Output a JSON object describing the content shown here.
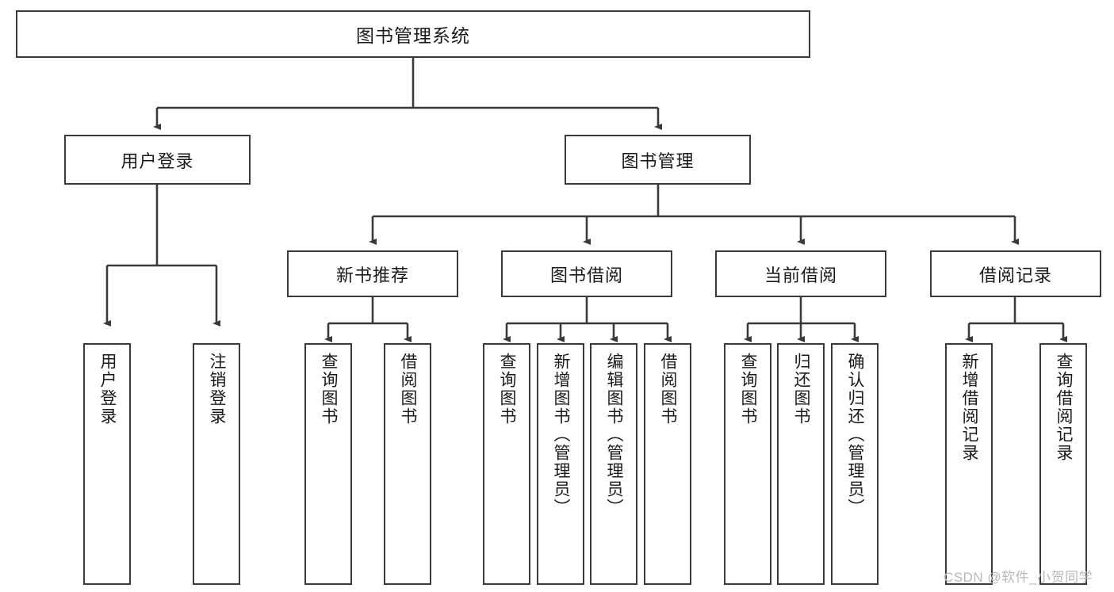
{
  "diagram": {
    "type": "hierarchy-tree",
    "title": "图书管理系统",
    "levels": 4,
    "nodes": {
      "root": {
        "label": "图书管理系统"
      },
      "l2": [
        {
          "id": "user-login",
          "label": "用户登录"
        },
        {
          "id": "book-manage",
          "label": "图书管理"
        }
      ],
      "l3": [
        {
          "id": "new-book-recommend",
          "label": "新书推荐"
        },
        {
          "id": "book-borrow",
          "label": "图书借阅"
        },
        {
          "id": "current-borrow",
          "label": "当前借阅"
        },
        {
          "id": "borrow-record",
          "label": "借阅记录"
        }
      ],
      "leaves_user_login": [
        {
          "id": "leaf-user-login",
          "label": "用户登录"
        },
        {
          "id": "leaf-logout",
          "label": "注销登录"
        }
      ],
      "leaves_new_book_recommend": [
        {
          "id": "leaf-query-book-1",
          "label": "查询图书"
        },
        {
          "id": "leaf-borrow-book-1",
          "label": "借阅图书"
        }
      ],
      "leaves_book_borrow": [
        {
          "id": "leaf-query-book-2",
          "label": "查询图书"
        },
        {
          "id": "leaf-add-book",
          "label": "新增图书（管理员）"
        },
        {
          "id": "leaf-edit-book",
          "label": "编辑图书（管理员）"
        },
        {
          "id": "leaf-borrow-book-2",
          "label": "借阅图书"
        }
      ],
      "leaves_current_borrow": [
        {
          "id": "leaf-query-book-3",
          "label": "查询图书"
        },
        {
          "id": "leaf-return-book",
          "label": "归还图书"
        },
        {
          "id": "leaf-confirm-return",
          "label": "确认归还（管理员）"
        }
      ],
      "leaves_borrow_record": [
        {
          "id": "leaf-add-record",
          "label": "新增借阅记录"
        },
        {
          "id": "leaf-query-record",
          "label": "查询借阅记录"
        }
      ]
    },
    "watermark": "CSDN @软件_小贺同学",
    "colors": {
      "background": "#ffffff",
      "box_border": "#3a3a3a",
      "box_fill": "#ffffff",
      "text": "#1a1a1a",
      "edge": "#3a3a3a",
      "watermark": "#b9b9b9"
    }
  }
}
